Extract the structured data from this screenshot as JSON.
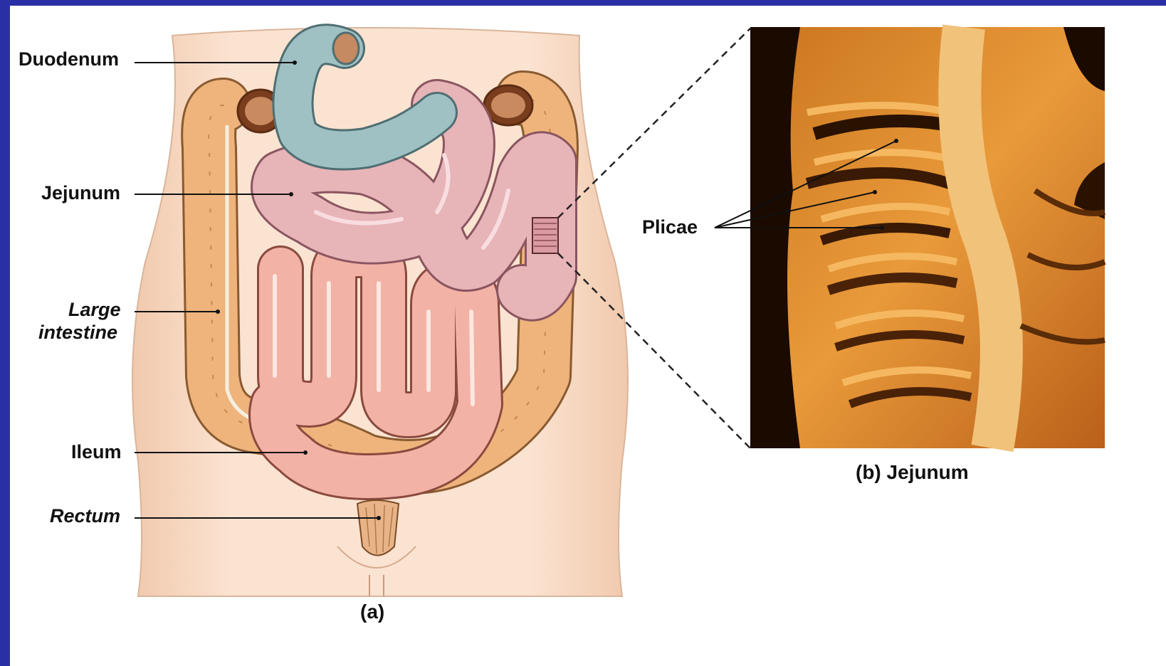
{
  "labels": {
    "duodenum": "Duodenum",
    "jejunum": "Jejunum",
    "large_intestine_1": "Large",
    "large_intestine_2": "intestine",
    "ileum": "Ileum",
    "rectum": "Rectum",
    "plicae": "Plicae"
  },
  "captions": {
    "a": "(a)",
    "b": "(b) Jejunum"
  },
  "colors": {
    "slide_border": "#2a2fa6",
    "skin": "#f8dcc6",
    "duodenum": "#9fc1c4",
    "jejunum": "#e7b4b8",
    "ileum": "#f2b2a6",
    "large_intestine": "#eeb47c",
    "photo_dark": "#1a0a00",
    "photo_fold": "#e8902c"
  }
}
